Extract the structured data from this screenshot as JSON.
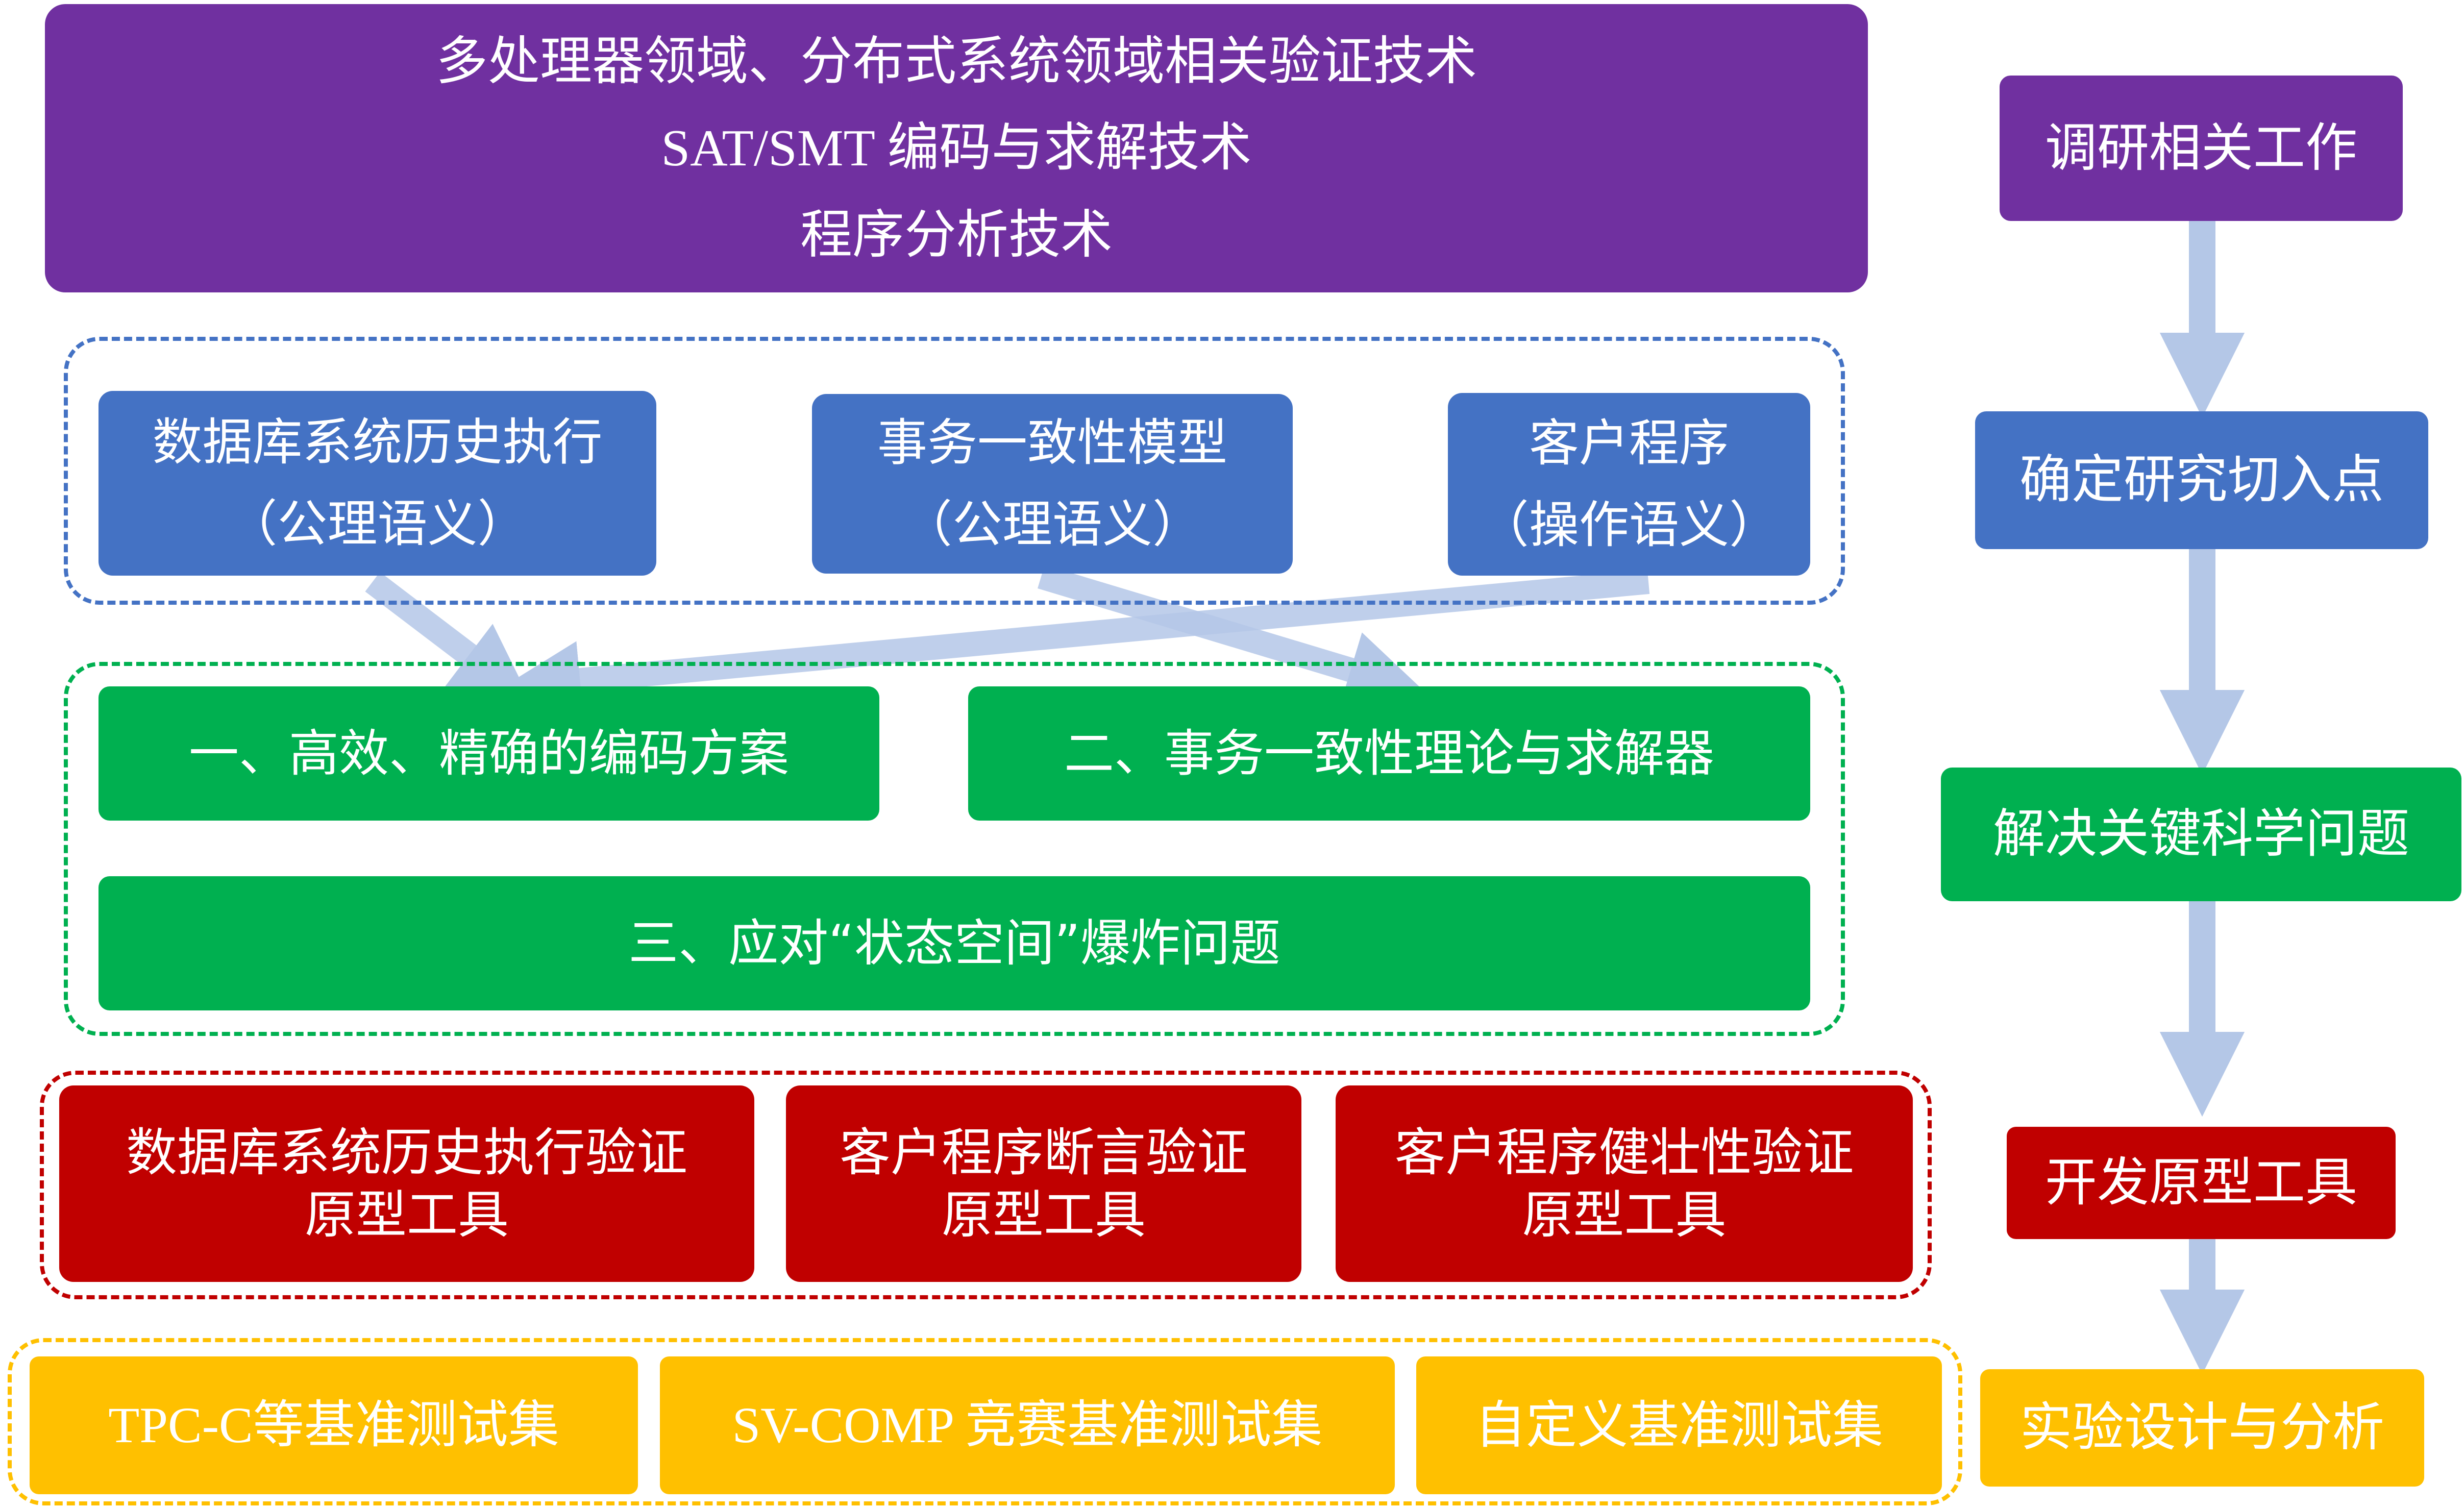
{
  "foundation": {
    "line1": "多处理器领域、分布式系统领域相关验证技术",
    "line2": "SAT/SMT 编码与求解技术",
    "line3": "程序分析技术"
  },
  "semantics": {
    "history": {
      "line1": "数据库系统历史执行",
      "line2": "（公理语义）"
    },
    "consistency": {
      "line1": "事务一致性模型",
      "line2": "（公理语义）"
    },
    "client": {
      "line1": "客户程序",
      "line2": "（操作语义）"
    }
  },
  "key_problems": {
    "encoding": "一、高效、精确的编码方案",
    "theory": "二、事务一致性理论与求解器",
    "state_space": "三、应对“状态空间”爆炸问题"
  },
  "tools": {
    "history": {
      "line1": "数据库系统历史执行验证",
      "line2": "原型工具"
    },
    "assertion": {
      "line1": "客户程序断言验证",
      "line2": "原型工具"
    },
    "robustness": {
      "line1": "客户程序健壮性验证",
      "line2": "原型工具"
    }
  },
  "benchmarks": {
    "tpcc": "TPC-C等基准测试集",
    "svcomp": "SV-COMP 竞赛基准测试集",
    "custom": "自定义基准测试集"
  },
  "process": {
    "survey": "调研相关工作",
    "entry_point": "确定研究切入点",
    "solve": "解决关键科学问题",
    "develop": "开发原型工具",
    "experiment": "实验设计与分析"
  },
  "colors": {
    "purple": "#7030a0",
    "blue": "#4472c4",
    "green": "#00b050",
    "red": "#c00000",
    "yellow": "#ffc000",
    "arrow": "#b4c7e7"
  }
}
